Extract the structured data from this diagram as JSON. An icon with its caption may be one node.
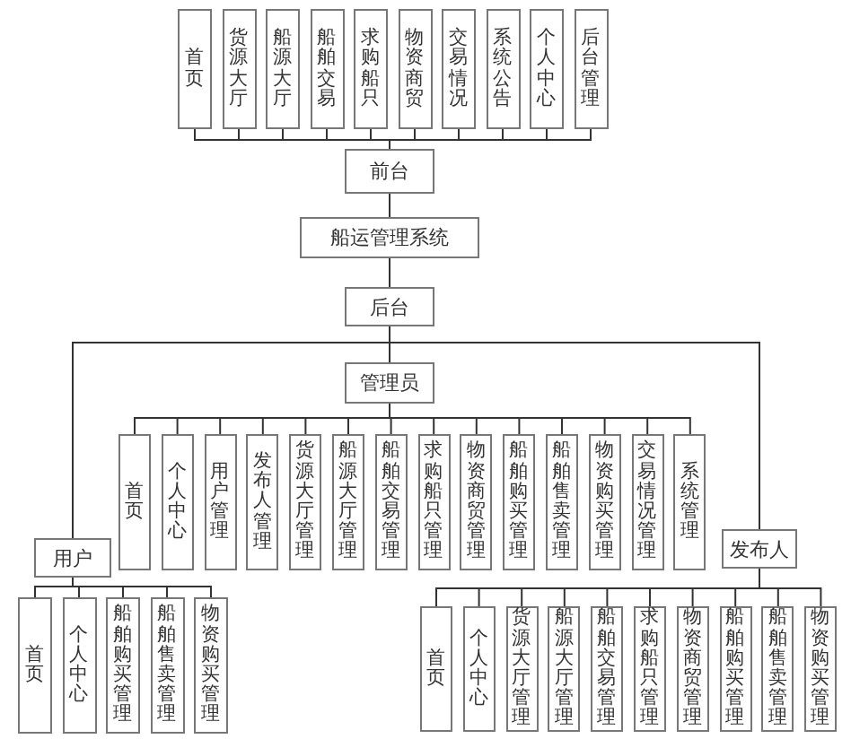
{
  "diagram": {
    "nodes": [
      {
        "text": [
          "首页"
        ]
      },
      {
        "text": [
          "货源大厅"
        ]
      },
      {
        "text": [
          "船源大厅"
        ]
      },
      {
        "text": [
          "船舶交易"
        ]
      },
      {
        "text": [
          "求购船只"
        ]
      },
      {
        "text": [
          "物资商贸"
        ]
      },
      {
        "text": [
          "交易情况"
        ]
      },
      {
        "text": [
          "系统公告"
        ]
      },
      {
        "text": [
          "个人中心"
        ]
      },
      {
        "text": [
          "后台管理"
        ]
      },
      {
        "text": [
          "前台"
        ]
      },
      {
        "text": [
          "船运管理系统"
        ]
      },
      {
        "text": [
          "后台"
        ]
      },
      {
        "text": [
          "管理员"
        ]
      },
      {
        "text": [
          "首页"
        ]
      },
      {
        "text": [
          "个人中心"
        ]
      },
      {
        "text": [
          "用户管理"
        ]
      },
      {
        "text": [
          "发布人管理"
        ]
      },
      {
        "text": [
          "货源大厅管理"
        ]
      },
      {
        "text": [
          "船源大厅管理"
        ]
      },
      {
        "text": [
          "船舶交易管理"
        ]
      },
      {
        "text": [
          "求购船只管理"
        ]
      },
      {
        "text": [
          "物资商贸管理"
        ]
      },
      {
        "text": [
          "船舶购买管理"
        ]
      },
      {
        "text": [
          "船舶售卖管理"
        ]
      },
      {
        "text": [
          "物资购买管理"
        ]
      },
      {
        "text": [
          "交易情况管理"
        ]
      },
      {
        "text": [
          "系统管理"
        ]
      },
      {
        "text": [
          "用户"
        ]
      },
      {
        "text": [
          "首页"
        ]
      },
      {
        "text": [
          "个人中心"
        ]
      },
      {
        "text": [
          "船舶购买管理"
        ]
      },
      {
        "text": [
          "船舶售卖管理"
        ]
      },
      {
        "text": [
          "物资购买管理"
        ]
      },
      {
        "text": [
          "发布人"
        ]
      },
      {
        "text": [
          "首页"
        ]
      },
      {
        "text": [
          "个人中心"
        ]
      },
      {
        "text": [
          "货源大厅管理"
        ]
      },
      {
        "text": [
          "船源大厅管理"
        ]
      },
      {
        "text": [
          "船舶交易管理"
        ]
      },
      {
        "text": [
          "求购船只管理"
        ]
      },
      {
        "text": [
          "物资商贸管理"
        ]
      },
      {
        "text": [
          "船舶购买管理"
        ]
      },
      {
        "text": [
          "船舶售卖管理"
        ]
      },
      {
        "text": [
          "物资购买管理"
        ]
      }
    ],
    "edges": [
      {
        "from": 10,
        "to": 0,
        "arrow": "none"
      },
      {
        "from": 10,
        "to": 1,
        "arrow": "none"
      },
      {
        "from": 10,
        "to": 2,
        "arrow": "none"
      },
      {
        "from": 10,
        "to": 3,
        "arrow": "none"
      },
      {
        "from": 10,
        "to": 4,
        "arrow": "none"
      },
      {
        "from": 10,
        "to": 5,
        "arrow": "none"
      },
      {
        "from": 10,
        "to": 6,
        "arrow": "none"
      },
      {
        "from": 10,
        "to": 7,
        "arrow": "none"
      },
      {
        "from": 10,
        "to": 8,
        "arrow": "none"
      },
      {
        "from": 10,
        "to": 9,
        "arrow": "none"
      },
      {
        "from": 10,
        "to": 11,
        "arrow": "none"
      },
      {
        "from": 11,
        "to": 12,
        "arrow": "none"
      },
      {
        "from": 12,
        "to": 13,
        "arrow": "none"
      },
      {
        "from": 12,
        "to": 28,
        "arrow": "none"
      },
      {
        "from": 12,
        "to": 34,
        "arrow": "none"
      },
      {
        "from": 13,
        "to": 14,
        "arrow": "none"
      },
      {
        "from": 13,
        "to": 15,
        "arrow": "none"
      },
      {
        "from": 13,
        "to": 16,
        "arrow": "none"
      },
      {
        "from": 13,
        "to": 17,
        "arrow": "none"
      },
      {
        "from": 13,
        "to": 18,
        "arrow": "none"
      },
      {
        "from": 13,
        "to": 19,
        "arrow": "none"
      },
      {
        "from": 13,
        "to": 20,
        "arrow": "none"
      },
      {
        "from": 13,
        "to": 21,
        "arrow": "none"
      },
      {
        "from": 13,
        "to": 22,
        "arrow": "none"
      },
      {
        "from": 13,
        "to": 23,
        "arrow": "none"
      },
      {
        "from": 13,
        "to": 24,
        "arrow": "none"
      },
      {
        "from": 13,
        "to": 25,
        "arrow": "none"
      },
      {
        "from": 13,
        "to": 26,
        "arrow": "none"
      },
      {
        "from": 13,
        "to": 27,
        "arrow": "none"
      },
      {
        "from": 28,
        "to": 29,
        "arrow": "none"
      },
      {
        "from": 28,
        "to": 30,
        "arrow": "none"
      },
      {
        "from": 28,
        "to": 31,
        "arrow": "none"
      },
      {
        "from": 28,
        "to": 32,
        "arrow": "none"
      },
      {
        "from": 28,
        "to": 33,
        "arrow": "none"
      },
      {
        "from": 34,
        "to": 35,
        "arrow": "none"
      },
      {
        "from": 34,
        "to": 36,
        "arrow": "none"
      },
      {
        "from": 34,
        "to": 37,
        "arrow": "none"
      },
      {
        "from": 34,
        "to": 38,
        "arrow": "none"
      },
      {
        "from": 34,
        "to": 39,
        "arrow": "none"
      },
      {
        "from": 34,
        "to": 40,
        "arrow": "none"
      },
      {
        "from": 34,
        "to": 41,
        "arrow": "none"
      },
      {
        "from": 34,
        "to": 42,
        "arrow": "none"
      },
      {
        "from": 34,
        "to": 43,
        "arrow": "none"
      },
      {
        "from": 34,
        "to": 44,
        "arrow": "none"
      }
    ]
  }
}
